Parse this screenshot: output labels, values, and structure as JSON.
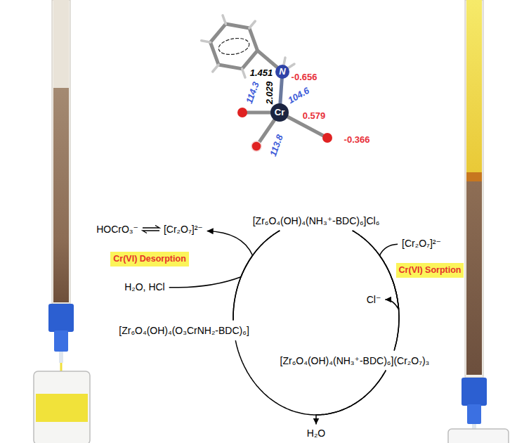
{
  "diagram": {
    "nodes": [
      {
        "text": [
          "[Zr₆O₄(OH)₄(NH₃⁺-BDC)₆]Cl₆"
        ]
      },
      {
        "text": [
          "HOCrO₃⁻",
          "[Cr₂O₇]²⁻"
        ]
      },
      {
        "text": [
          "[Cr₂O₇]²⁻"
        ]
      },
      {
        "text": [
          "Cr(VI) Desorption"
        ]
      },
      {
        "text": [
          "Cr(VI) Sorption"
        ]
      },
      {
        "text": [
          "H₂O, HCl"
        ]
      },
      {
        "text": [
          "Cl⁻"
        ]
      },
      {
        "text": [
          "[Zr₆O₄(OH)₄(O₃CrNH₂-BDC)₆]"
        ]
      },
      {
        "text": [
          "[Zr₆O₄(OH)₄(NH₃⁺-BDC)₆](Cr₂O₇)₃"
        ]
      },
      {
        "text": [
          "H₂O"
        ]
      }
    ],
    "edges": [
      {
        "from": 0,
        "to": 8,
        "arrow": "none"
      },
      {
        "from": 8,
        "to": 7,
        "arrow": "none"
      },
      {
        "from": 7,
        "to": 0,
        "arrow": "none"
      },
      {
        "from": 2,
        "to": 8,
        "arrow": "none"
      },
      {
        "from": 0,
        "to": 6,
        "arrow": "to"
      },
      {
        "from": 8,
        "to": 9,
        "arrow": "to"
      },
      {
        "from": 5,
        "to": 0,
        "arrow": "none"
      },
      {
        "from": 7,
        "to": 1,
        "arrow": "to"
      }
    ],
    "labels": [
      "1.451",
      "N",
      "-0.656",
      "114.3",
      "2.029",
      "104.6",
      "Cr",
      "0.579",
      "-0.366",
      "113.8"
    ]
  }
}
